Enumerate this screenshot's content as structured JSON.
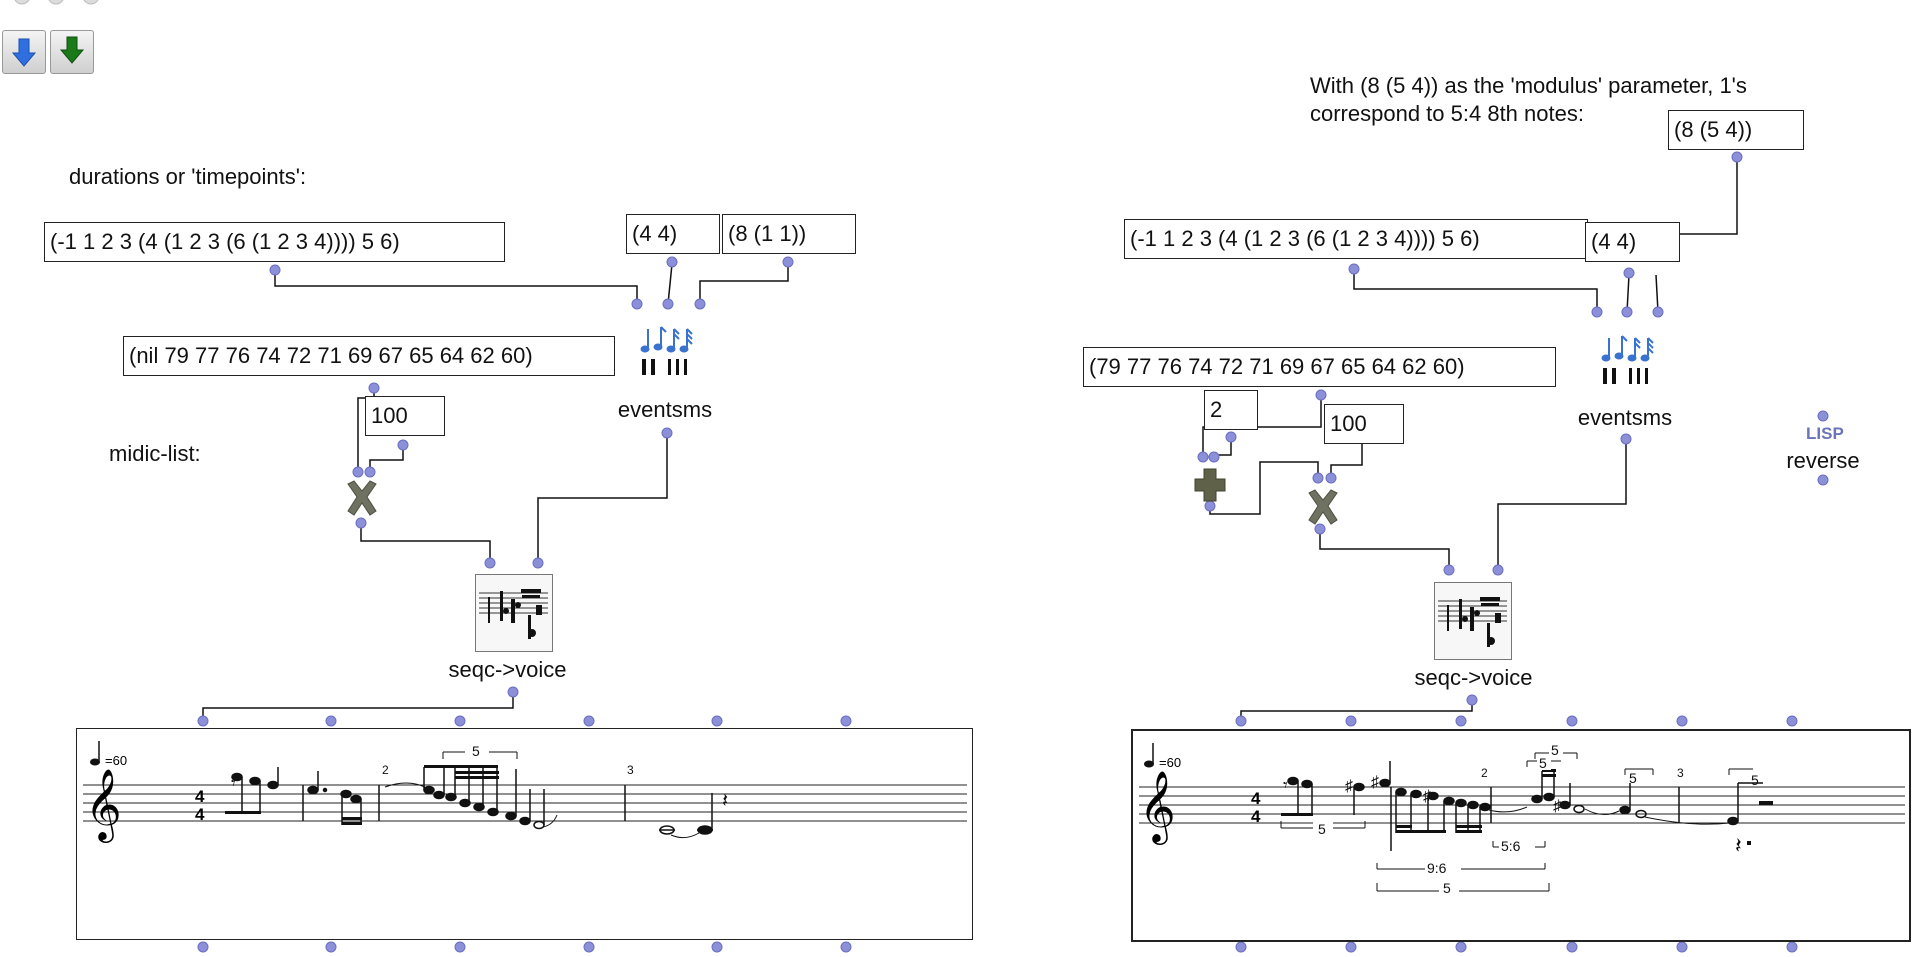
{
  "window": {
    "title": ""
  },
  "toolbar": {
    "buttons": [
      {
        "name": "blue-down-arrow-button",
        "icon": "blue-down-arrow-icon",
        "color": "#2f6fe0"
      },
      {
        "name": "green-down-arrow-button",
        "icon": "green-down-arrow-icon",
        "color": "#1a7a1a"
      }
    ]
  },
  "left": {
    "durations_comment": "durations or 'timepoints':",
    "durations_box": "(-1 1 2 3 (4 (1 2 3 (6 (1 2 3 4)))) 5 6)",
    "signature_box": "(4 4)",
    "modulus_box": "(8 (1 1))",
    "midic_box": "(nil 79 77 76 74 72 71 69 67 65 64 62 60)",
    "velocity_box": "100",
    "midic_comment": "midic-list:",
    "times_icon": "multiply-icon",
    "eventsms_label": "eventsms",
    "seqc_label": "seqc->voice",
    "score": {
      "tempo": "=60",
      "time_signature": [
        "4",
        "4"
      ],
      "tuplet_labels": [
        "2",
        "5",
        "3"
      ]
    }
  },
  "right": {
    "comment_line1": "With (8 (5 4)) as the 'modulus' parameter, 1's",
    "comment_line2": "correspond to 5:4 8th notes:",
    "modulus_box": "(8 (5 4))",
    "durations_box": "(-1 1 2 3 (4 (1 2 3 (6 (1 2 3 4)))) 5 6)",
    "signature_box": "(4 4)",
    "midic_box": "(79 77 76 74 72 71 69 67 65 64 62 60)",
    "two_box": "2",
    "velocity_box": "100",
    "plus_icon": "plus-icon",
    "times_icon": "multiply-icon",
    "eventsms_label": "eventsms",
    "lisp_icon_text": "LISP",
    "reverse_label": "reverse",
    "seqc_label": "seqc->voice",
    "score": {
      "tempo": "=60",
      "time_signature": [
        "4",
        "4"
      ],
      "tuplet_labels": [
        "5",
        "5",
        "5",
        "2",
        "5",
        "3",
        "5",
        "5:6",
        "9:6",
        "5"
      ]
    }
  },
  "colors": {
    "inlet": "#8c90d8",
    "wire": "#111111",
    "lisp": "#6b74b8"
  }
}
